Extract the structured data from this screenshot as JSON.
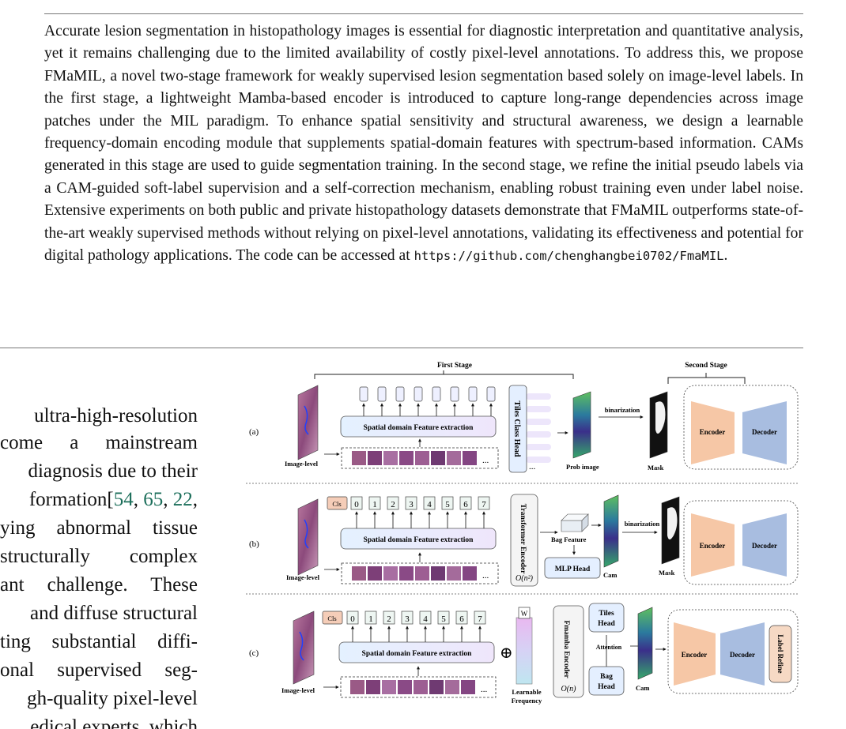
{
  "abstract": {
    "text": "Accurate lesion segmentation in histopathology images is essential for diagnostic interpretation and quantitative analysis, yet it remains challenging due to the limited availability of costly pixel-level annotations. To address this, we propose FMaMIL, a novel two-stage framework for weakly supervised lesion segmentation based solely on image-level labels. In the first stage, a lightweight Mamba-based encoder is introduced to capture long-range dependencies across image patches under the MIL paradigm. To enhance spatial sensitivity and structural awareness, we design a learnable frequency-domain encoding module that supplements spatial-domain features with spectrum-based information. CAMs generated in this stage are used to guide segmentation training. In the second stage, we refine the initial pseudo labels via a CAM-guided soft-label supervision and a self-correction mechanism, enabling robust training even under label noise. Extensive experiments on both public and private histopathology datasets demonstrate that FMaMIL outperforms state-of-the-art weakly supervised methods without relying on pixel-level annotations, validating its effectiveness and potential for digital pathology applications. The code can be accessed at",
    "code_url": "https://github.com/chenghangbei0702/FmaMIL",
    "end": "."
  },
  "intro": {
    "l1": "ultra-high-resolution",
    "l2": "come a mainstream",
    "l3": "diagnosis due to their",
    "l4a": "formation[",
    "c1": "54",
    "sep1": ", ",
    "c2": "65",
    "sep2": ", ",
    "c3": "22",
    "l4b": ",",
    "l5": "ying abnormal tissue",
    "l6": "structurally complex",
    "l7": "ant challenge. These",
    "l8": "and diffuse structural",
    "l9": "ting substantial diffi-",
    "l10": "onal supervised seg-",
    "l11": "gh-quality pixel-level",
    "l12": "edical experts, which"
  },
  "figure": {
    "first_stage": "First Stage",
    "second_stage": "Second Stage",
    "row_a": {
      "tag": "(a)",
      "image_label": "Image-level",
      "feature": "Spatial domain Feature extraction",
      "head": "Tiles Class Head",
      "prob": "Prob image",
      "binarization": "binarization",
      "mask": "Mask",
      "encoder": "Encoder",
      "decoder": "Decoder",
      "dots": "...",
      "dots2": "..."
    },
    "row_b": {
      "tag": "(b)",
      "image_label": "Image-level",
      "cls": "Cls",
      "tokens": [
        "0",
        "1",
        "2",
        "3",
        "4",
        "5",
        "6",
        "7"
      ],
      "feature": "Spatial domain Feature extraction",
      "encoder_name": "Transformer Encoder",
      "complexity": "O(n²)",
      "bag": "Bag Feature",
      "mlp": "MLP Head",
      "cam": "Cam",
      "binarization": "binarization",
      "mask": "Mask",
      "encoder": "Encoder",
      "decoder": "Decoder",
      "dots": "..."
    },
    "row_c": {
      "tag": "(c)",
      "image_label": "Image-level",
      "cls": "Cls",
      "tokens": [
        "0",
        "1",
        "2",
        "3",
        "4",
        "5",
        "6",
        "7"
      ],
      "feature": "Spatial domain Feature extraction",
      "plus": "⊕",
      "w": "W",
      "learnable": "Learnable",
      "frequency": "Frequency",
      "encoder_name": "Fmamba Encoder",
      "complexity": "O(n)",
      "tiles_head": [
        "Tiles",
        "Head"
      ],
      "attention": "Attention",
      "bag_head": [
        "Bag",
        "Head"
      ],
      "cam": "Cam",
      "encoder": "Encoder",
      "decoder": "Decoder",
      "refine": "Label Refine",
      "dots": "..."
    },
    "colors": {
      "encoder": "#f6c7a6",
      "decoder": "#a8bde0",
      "feature_box": "#e6ebfa",
      "head_box": "#e4efff",
      "tissue": "#9a5a86",
      "heatmap": "#2e8b57",
      "token_fill": "#eef6f2"
    }
  }
}
